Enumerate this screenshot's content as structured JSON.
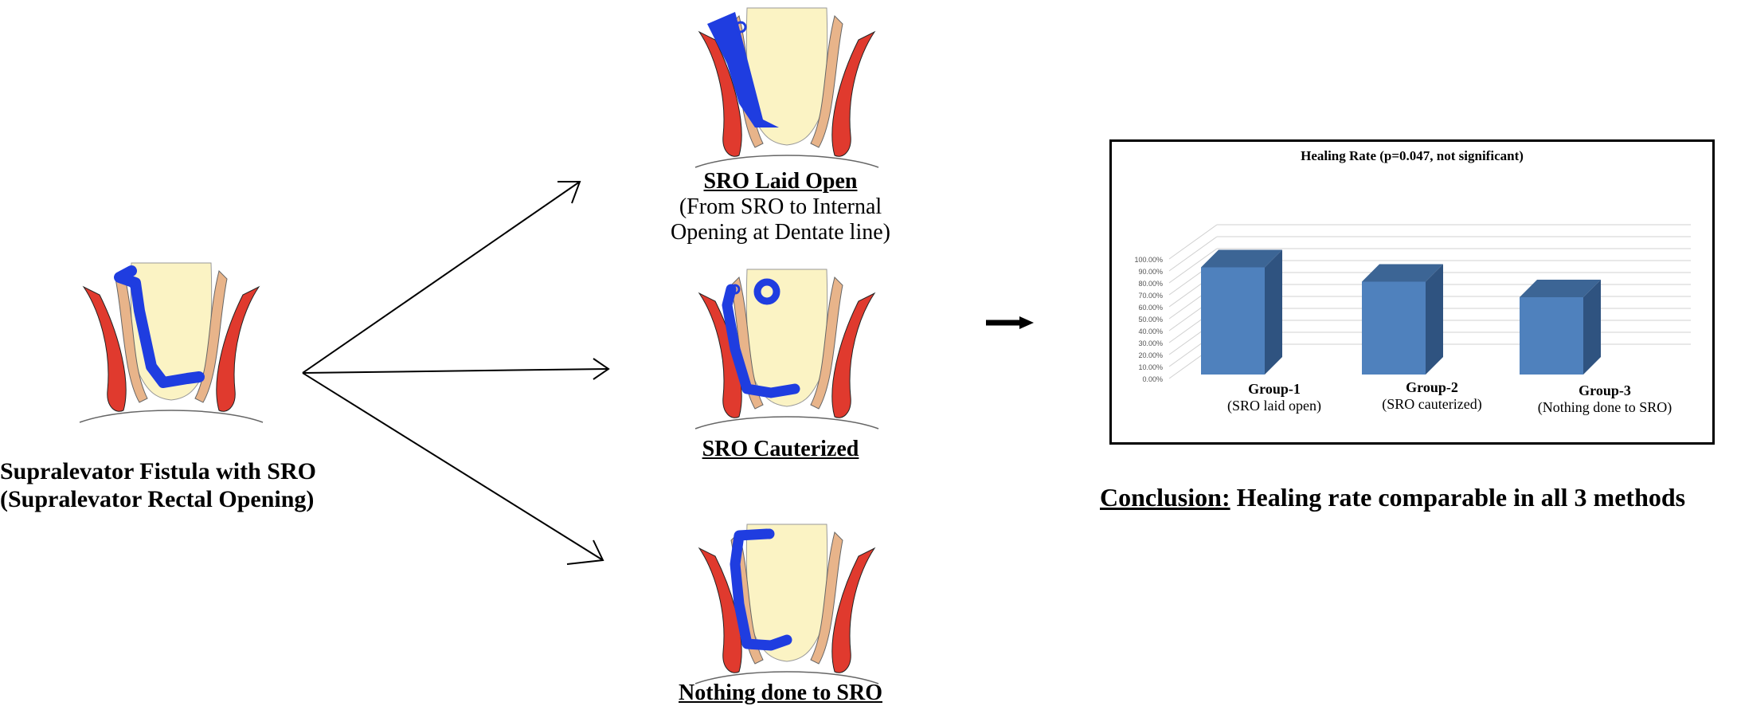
{
  "left": {
    "title_line1": "Supralevator Fistula with SRO",
    "title_line2": "(Supralevator Rectal Opening)"
  },
  "options": [
    {
      "title": "SRO Laid Open",
      "sub1": "(From SRO to Internal",
      "sub2": "Opening at Dentate line)"
    },
    {
      "title": "SRO Cauterized"
    },
    {
      "title": "Nothing done to SRO"
    }
  ],
  "chart": {
    "title": "Healing Rate (p=0.047, not significant)",
    "groups": [
      {
        "name": "Group-1",
        "sub": "(SRO laid open)"
      },
      {
        "name": "Group-2",
        "sub": "(SRO cauterized)"
      },
      {
        "name": "Group-3",
        "sub": "(Nothing done to SRO)"
      }
    ]
  },
  "chart_data": {
    "type": "bar",
    "title": "Healing Rate (p=0.047, not significant)",
    "categories": [
      "Group-1",
      "Group-2",
      "Group-3"
    ],
    "values": [
      93,
      81,
      68
    ],
    "ylim": [
      0,
      100
    ],
    "yticks": [
      "0.00%",
      "10.00%",
      "20.00%",
      "30.00%",
      "40.00%",
      "50.00%",
      "60.00%",
      "70.00%",
      "80.00%",
      "90.00%",
      "100.00%"
    ],
    "grid": true,
    "bar_color": "#4f81bd"
  },
  "conclusion": {
    "label": "Conclusion:",
    "text": " Healing rate comparable in all 3 methods"
  },
  "colors": {
    "fistula": "#1f3de0",
    "muscle": "#e03a2e",
    "rectum": "#fbf3c4",
    "skin": "#e8b48a"
  }
}
